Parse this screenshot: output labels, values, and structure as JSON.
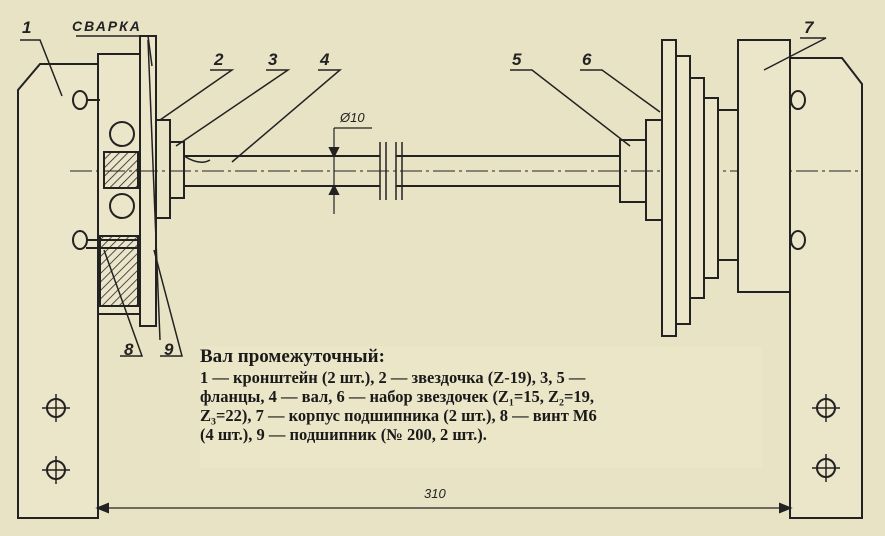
{
  "labels": {
    "n1": "1",
    "n2": "2",
    "n3": "3",
    "n4": "4",
    "n5": "5",
    "n6": "6",
    "n7": "7",
    "n8": "8",
    "n9": "9"
  },
  "annotations": {
    "welding": "СВАРКА",
    "diameter": "Ø10",
    "overall_length": "310"
  },
  "caption": {
    "title": "Вал промежуточный:",
    "lines": [
      "1 — кронштейн (2 шт.), 2 — звездочка (Z-19), 3, 5 —",
      "фланцы, 4 — вал, 6 — набор звездочек (Z₁=15, Z₂=19,",
      "Z₃=22), 7 — корпус подшипника (2 шт.), 8 — винт М6",
      "(4 шт.), 9 — подшипник (№ 200, 2 шт.)."
    ]
  },
  "colors": {
    "paper": "#e9e3c6",
    "ink": "#222222"
  }
}
